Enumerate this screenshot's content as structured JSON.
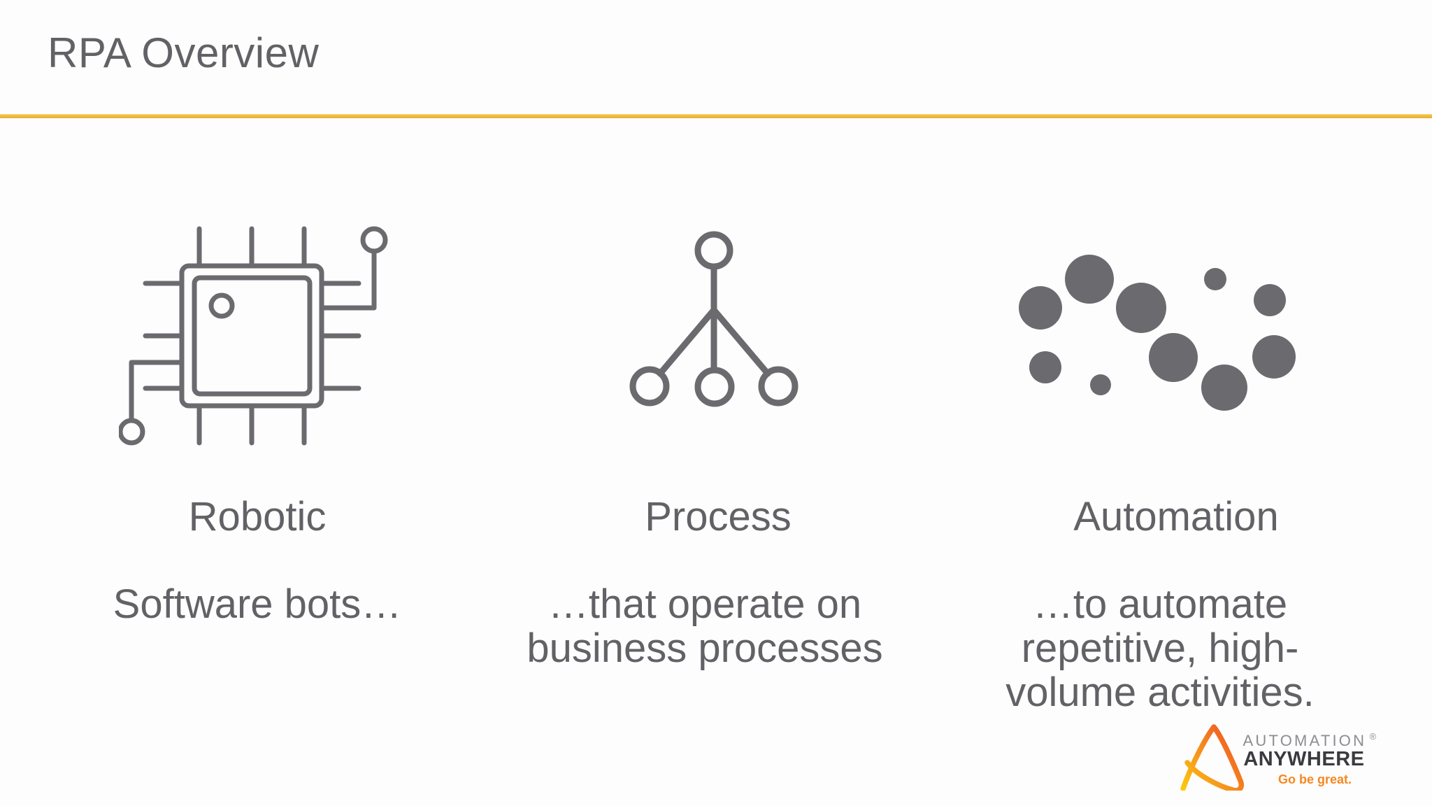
{
  "slide": {
    "title": "RPA Overview",
    "columns": [
      {
        "heading": "Robotic",
        "icon": "chip-icon",
        "lines": [
          "Software bots…"
        ]
      },
      {
        "heading": "Process",
        "icon": "process-tree-icon",
        "lines": [
          "…that operate on",
          "business processes"
        ]
      },
      {
        "heading": "Automation",
        "icon": "dots-cluster-icon",
        "lines": [
          "…to automate",
          "repetitive, high-",
          "volume activities."
        ]
      }
    ],
    "colors": {
      "accent_line": "#EFB73C",
      "text": "#626166",
      "icon": "#6B6A6F"
    },
    "logo": {
      "word1": "AUTOMATION",
      "registered": "®",
      "word2": "ANYWHERE",
      "tagline": "Go be great.",
      "colors": {
        "word1": "#8D8D92",
        "word2": "#3B3A40",
        "tagline": "#F6881F",
        "mark_yellow": "#FCC90D",
        "mark_mid": "#F6941E",
        "mark_orange": "#EF5123"
      }
    }
  }
}
